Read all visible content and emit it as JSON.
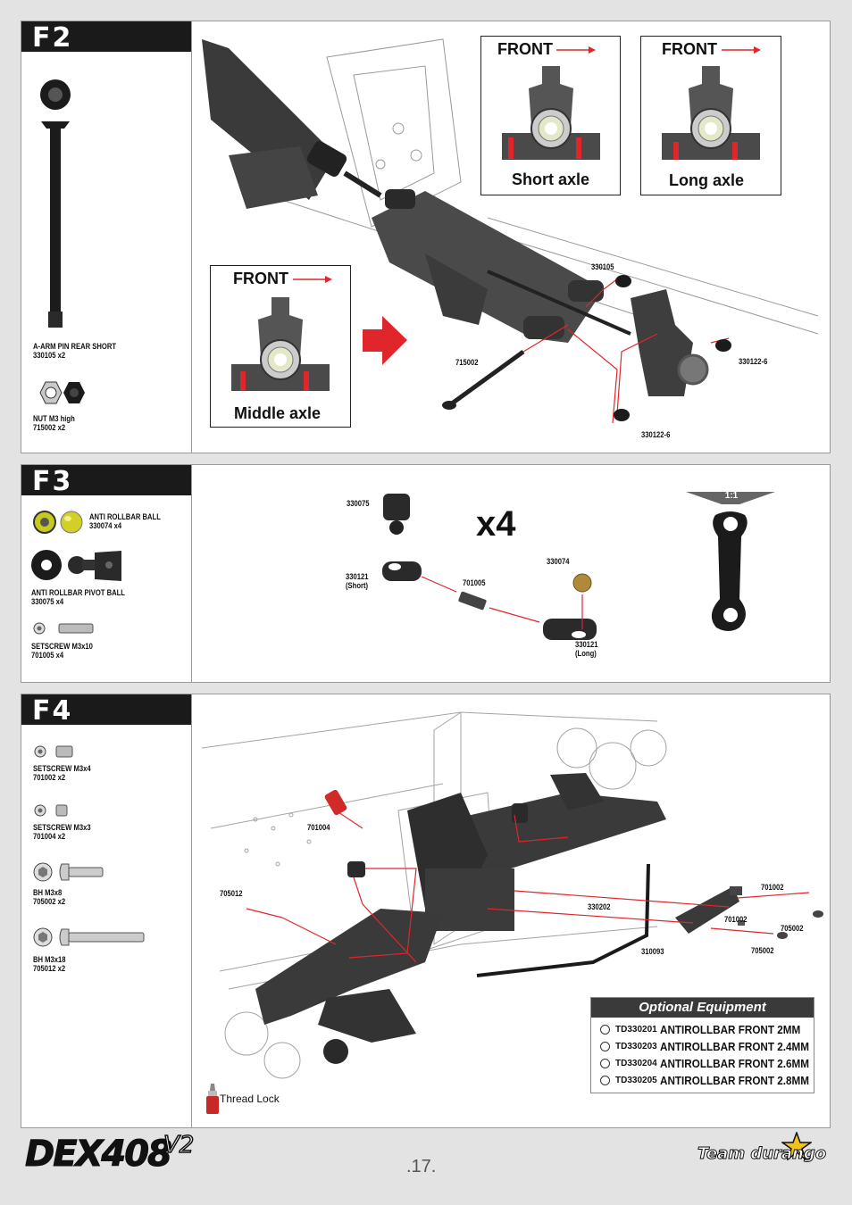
{
  "steps": {
    "f2": {
      "title": "F2",
      "parts": [
        {
          "name": "A-ARM PIN REAR SHORT",
          "qty": "330105  x2"
        },
        {
          "name": "NUT M3 high",
          "qty": "715002  x2"
        }
      ],
      "insets": [
        {
          "front": "FRONT",
          "caption": "Short axle"
        },
        {
          "front": "FRONT",
          "caption": "Long axle"
        },
        {
          "front": "FRONT",
          "caption": "Middle axle"
        }
      ],
      "callouts": [
        "330105",
        "715002",
        "330122-6",
        "330122-6"
      ]
    },
    "f3": {
      "title": "F3",
      "parts": [
        {
          "name": "ANTI ROLLBAR BALL",
          "qty": "330074  x4"
        },
        {
          "name": "ANTI ROLLBAR PIVOT BALL",
          "qty": "330075  x4"
        },
        {
          "name": "SETSCREW M3x10",
          "qty": "701005  x4"
        }
      ],
      "multiplier": "x4",
      "scale": "1:1",
      "callouts": {
        "c330075": "330075",
        "c330121s": "330121",
        "short": "(Short)",
        "c701005": "701005",
        "c330074": "330074",
        "c330121l": "330121",
        "long": "(Long)"
      }
    },
    "f4": {
      "title": "F4",
      "parts": [
        {
          "name": "SETSCREW  M3x4",
          "qty": "701002  x2"
        },
        {
          "name": "SETSCREW  M3x3",
          "qty": "701004  x2"
        },
        {
          "name": "BH  M3x8",
          "qty": "705002  x2"
        },
        {
          "name": "BH  M3x18",
          "qty": "705012  x2"
        }
      ],
      "callouts": {
        "c701004": "701004",
        "c705012": "705012",
        "c330202": "330202",
        "c310093": "310093",
        "c701002a": "701002",
        "c701002b": "701002",
        "c705002a": "705002",
        "c705002b": "705002"
      },
      "thread_lock": "Thread Lock",
      "optional": {
        "title": "Optional Equipment",
        "items": [
          {
            "code": "TD330201",
            "name": "ANTIROLLBAR FRONT 2MM"
          },
          {
            "code": "TD330203",
            "name": "ANTIROLLBAR FRONT 2.4MM"
          },
          {
            "code": "TD330204",
            "name": "ANTIROLLBAR FRONT 2.6MM"
          },
          {
            "code": "TD330205",
            "name": "ANTIROLLBAR FRONT 2.8MM"
          }
        ]
      }
    }
  },
  "footer": {
    "model_logo": "DEX408",
    "model_version": "V2",
    "page_number": ".17.",
    "brand_logo": "Team durango"
  },
  "colors": {
    "accent_red": "#e0262b",
    "step_bar": "#1a1a1a",
    "panel_border": "#9a9a9a"
  }
}
